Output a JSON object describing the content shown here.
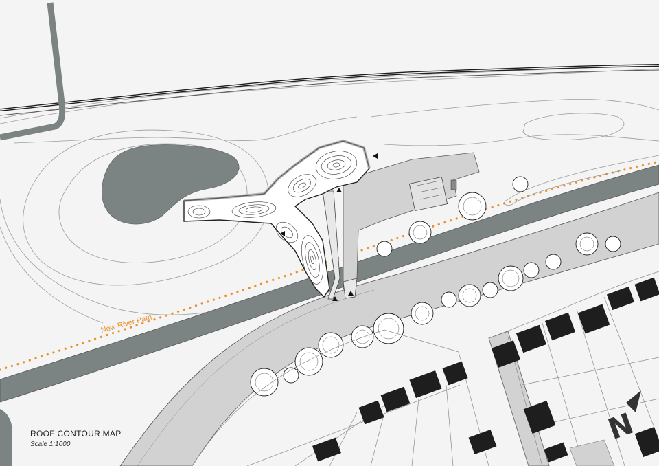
{
  "map": {
    "title": "ROOF CONTOUR MAP",
    "scale": "Scale 1:1000",
    "path_label": "New River Path",
    "north_label": "N"
  },
  "colors": {
    "background": "#f4f4f4",
    "water": "#7b8483",
    "road": "#d2d2d2",
    "building": "#1e1e1e",
    "path_dots": "#e8912b",
    "tree_canopy": "#ffffff"
  }
}
